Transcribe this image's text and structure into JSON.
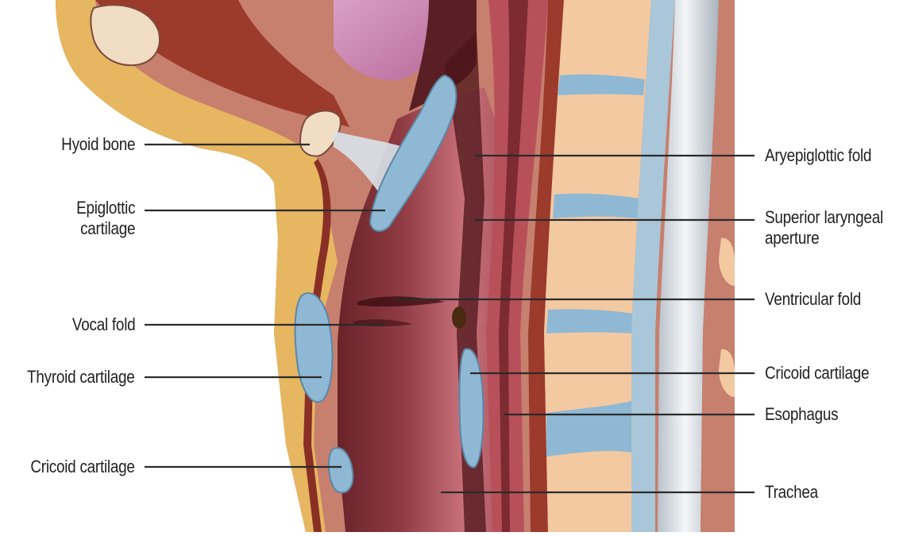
{
  "labels_left": [
    {
      "id": "hyoid",
      "text": "Hyoid bone"
    },
    {
      "id": "epiglottic",
      "lines": [
        "Epiglottic",
        "cartilage"
      ]
    },
    {
      "id": "vocal",
      "text": "Vocal fold"
    },
    {
      "id": "thyroid",
      "text": "Thyroid cartilage"
    },
    {
      "id": "cricoid-left",
      "text": "Cricoid cartilage"
    }
  ],
  "labels_right": [
    {
      "id": "aryepiglottic",
      "text": "Aryepiglottic fold"
    },
    {
      "id": "superior",
      "lines": [
        "Superior laryngeal",
        "aperture"
      ]
    },
    {
      "id": "ventricular",
      "text": "Ventricular fold"
    },
    {
      "id": "cricoid-right",
      "text": "Cricoid cartilage"
    },
    {
      "id": "esophagus",
      "text": "Esophagus"
    },
    {
      "id": "trachea",
      "text": "Trachea"
    }
  ],
  "colors": {
    "background": "#ffffff",
    "leader_line": "#2b2b2b",
    "label_text": "#222222",
    "tissue_pink": "#c45a63",
    "lumen_dark": "#5a1f24",
    "cartilage_blue": "#8fb8d4",
    "fat_yellow": "#e6b660",
    "vertebra_peach": "#f3c9a2",
    "spinal_cord": "#d7dde3",
    "muscle_red": "#9c3a2c"
  }
}
